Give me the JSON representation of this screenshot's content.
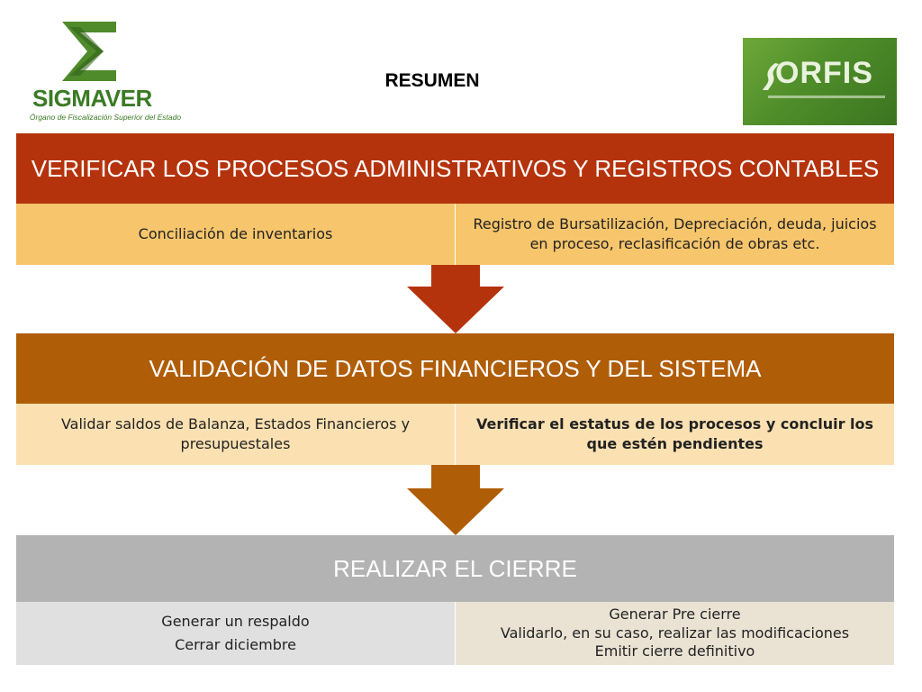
{
  "logos": {
    "sigmaver": {
      "name": "SIGMAVER",
      "tagline": "Órgano de Fiscalización Superior del Estado"
    },
    "orfis": {
      "name": "ORFIS"
    }
  },
  "title": "RESUMEN",
  "colors": {
    "section1_header": "#b5330c",
    "section1_cells": "#f7c56b",
    "section2_header": "#b05d07",
    "section2_cells": "#fbe1b2",
    "section3_header": "#b3b3b3",
    "section3_left": "#e0e0e0",
    "section3_right": "#eae3d4",
    "arrow1": "#b5330c",
    "arrow2": "#b05d07"
  },
  "sections": [
    {
      "header": "VERIFICAR LOS PROCESOS ADMINISTRATIVOS Y REGISTROS CONTABLES",
      "left": [
        "Conciliación de inventarios"
      ],
      "right": [
        "Registro de Bursatilización, Depreciación, deuda, juicios en proceso,  reclasificación de obras etc."
      ]
    },
    {
      "header": "VALIDACIÓN DE DATOS FINANCIEROS Y DEL SISTEMA",
      "left": [
        "Validar saldos de Balanza, Estados Financieros y presupuestales"
      ],
      "right": [
        "Verificar el estatus de los procesos y concluir los que estén pendientes"
      ]
    },
    {
      "header": "REALIZAR EL CIERRE",
      "left": [
        "Generar un respaldo",
        "Cerrar diciembre"
      ],
      "right": [
        "Generar Pre cierre",
        "Validarlo, en su caso, realizar las modificaciones",
        "Emitir cierre definitivo"
      ]
    }
  ]
}
